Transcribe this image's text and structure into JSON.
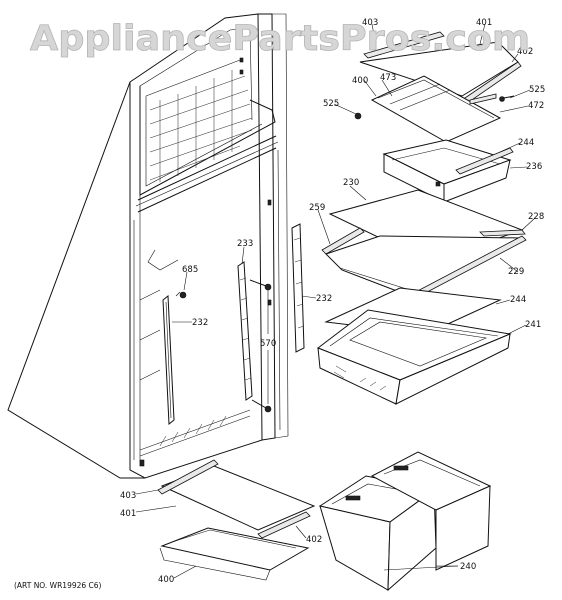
{
  "watermark": "AppliancePartsPros.com",
  "art_number": "(ART NO. WR19926 C6)",
  "callouts": {
    "c403a": "403",
    "c401a": "401",
    "c402a": "402",
    "c400a": "400",
    "c473": "473",
    "c525a": "525",
    "c525b": "525",
    "c472": "472",
    "c244a": "244",
    "c236": "236",
    "c230": "230",
    "c259": "259",
    "c228": "228",
    "c229": "229",
    "c233": "233",
    "c685": "685",
    "c232a": "232",
    "c232b": "232",
    "c570": "570",
    "c244b": "244",
    "c241": "241",
    "c403b": "403",
    "c401b": "401",
    "c402b": "402",
    "c400b": "400",
    "c240": "240"
  }
}
